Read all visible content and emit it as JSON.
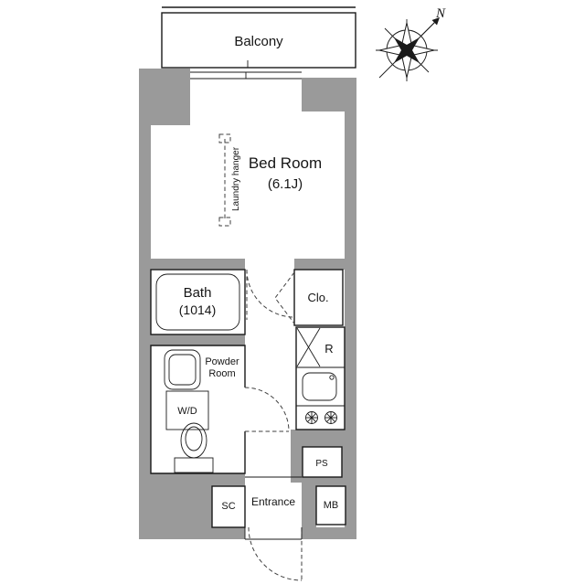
{
  "colors": {
    "wall": "#9a9a9a",
    "line": "#1a1a1a",
    "dash": "#3f3f3f"
  },
  "compass": {
    "north": "N"
  },
  "labels": {
    "balcony": "Balcony",
    "bedroom_name": "Bed Room",
    "bedroom_size": "(6.1J)",
    "laundry_hanger": "Laundry hanger",
    "bath_name": "Bath",
    "bath_size": "(1014)",
    "closet": "Clo.",
    "powder_line1": "Powder",
    "powder_line2": "Room",
    "washer_dryer": "W/D",
    "refrigerator": "R",
    "pipe_space": "PS",
    "shoe_closet": "SC",
    "entrance": "Entrance",
    "meter_box": "MB"
  }
}
